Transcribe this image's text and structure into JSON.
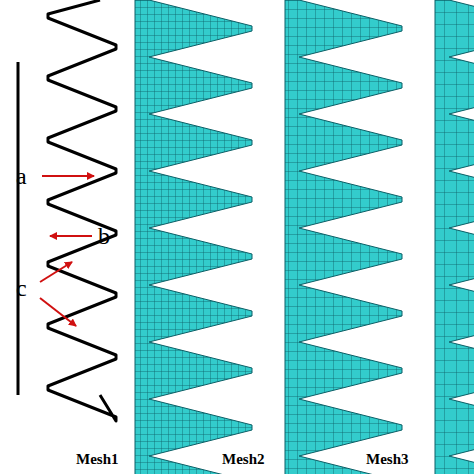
{
  "diagram": {
    "labels": [
      "a",
      "b",
      "c",
      "Mesh1",
      "Mesh2",
      "Mesh3"
    ]
  }
}
